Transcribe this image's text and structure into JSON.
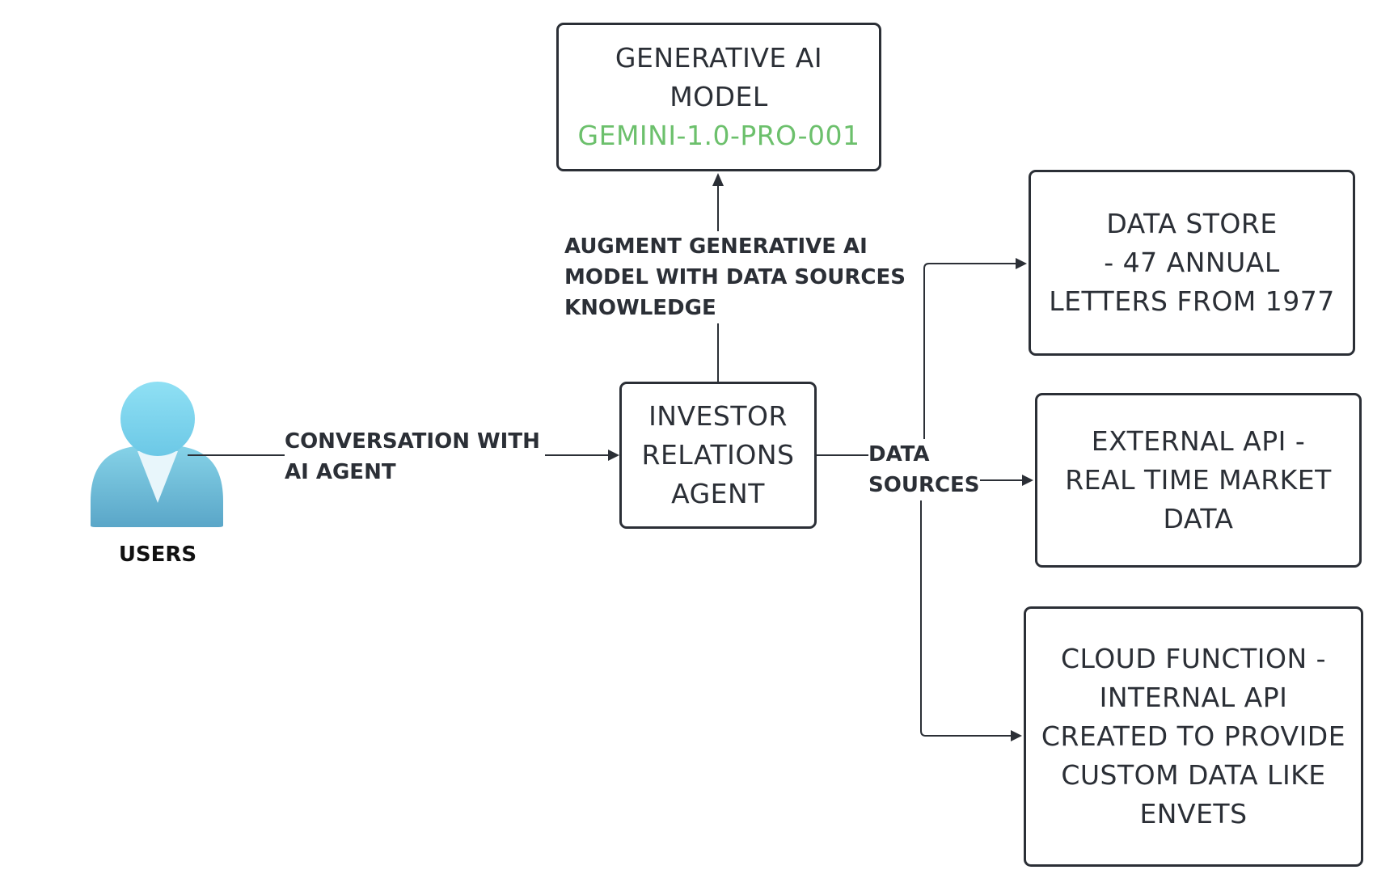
{
  "nodes": {
    "generative_model": {
      "lines": [
        "GENERATIVE AI",
        "MODEL"
      ],
      "accent_line": "GEMINI-1.0-PRO-001",
      "accent_color": "#6cc06c"
    },
    "agent": {
      "lines": [
        "INVESTOR",
        "RELATIONS",
        "AGENT"
      ]
    },
    "data_store": {
      "lines": [
        "DATA STORE",
        "- 47 ANNUAL",
        "LETTERS FROM 1977"
      ]
    },
    "external_api": {
      "lines": [
        "EXTERNAL API -",
        "REAL TIME MARKET",
        "DATA"
      ]
    },
    "cloud_function": {
      "lines": [
        "CLOUD FUNCTION -",
        "INTERNAL API",
        "CREATED TO PROVIDE",
        "CUSTOM DATA LIKE",
        "ENVETS"
      ]
    }
  },
  "users": {
    "label": "USERS",
    "icon": "user-icon",
    "icon_color": "#7dd3ea"
  },
  "edges": {
    "conversation": {
      "lines": [
        "CONVERSATION WITH",
        "AI AGENT"
      ]
    },
    "augment": {
      "lines": [
        "AUGMENT GENERATIVE AI",
        "MODEL WITH DATA SOURCES",
        "KNOWLEDGE"
      ]
    },
    "data_sources": {
      "lines": [
        "DATA",
        "SOURCES"
      ]
    }
  },
  "colors": {
    "stroke": "#2b2f36",
    "text": "#2b2f36"
  }
}
